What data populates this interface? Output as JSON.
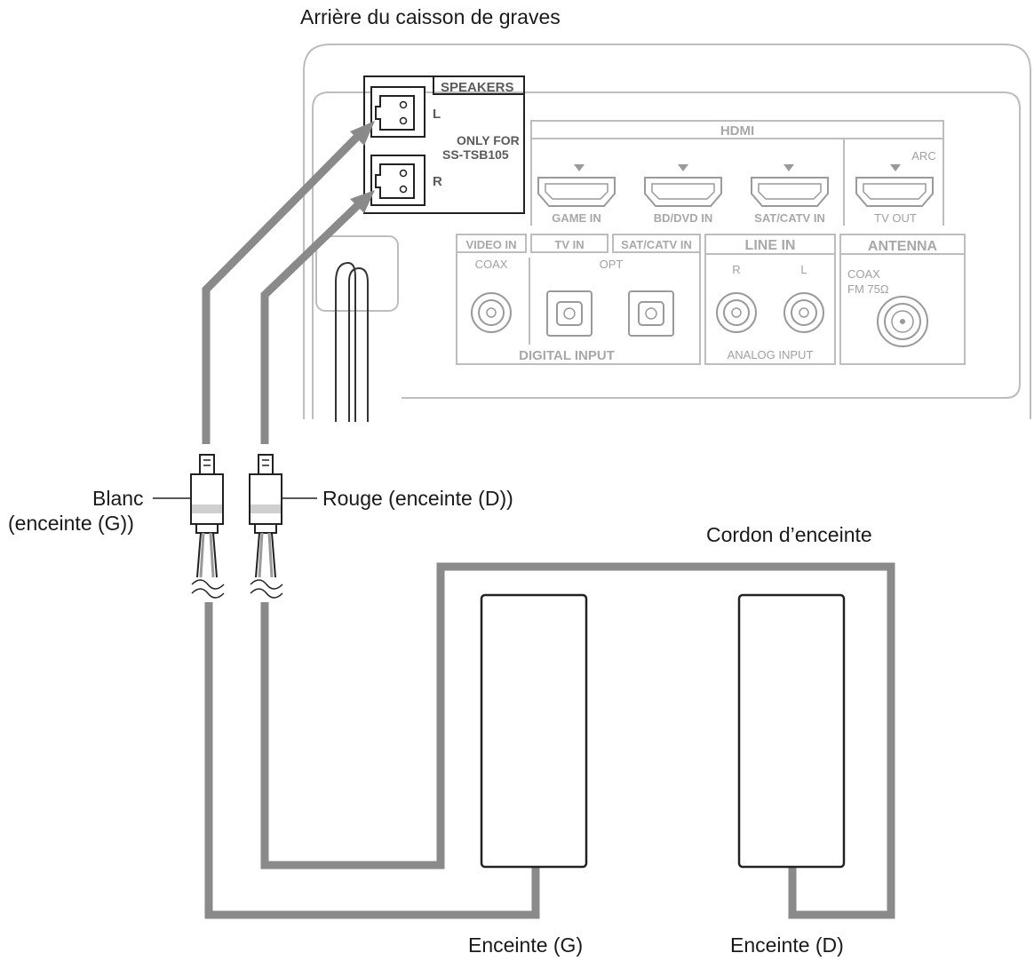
{
  "captions": {
    "subwoofer_rear": "Arrière du caisson de graves",
    "white_plug": "Blanc",
    "white_plug_sub": "(enceinte (G))",
    "red_plug": "Rouge (enceinte (D))",
    "speaker_cord": "Cordon d’enceinte",
    "left_speaker": "Enceinte (G)",
    "right_speaker": "Enceinte (D)"
  },
  "panel": {
    "speakers_title": "SPEAKERS",
    "left_terminal": "L",
    "right_terminal": "R",
    "only_for_1": "ONLY FOR",
    "only_for_2": "SS-TSB105",
    "hdmi_title": "HDMI",
    "arc": "ARC",
    "game_in": "GAME IN",
    "bd_dvd_in": "BD/DVD IN",
    "sat_catv_in_hdmi": "SAT/CATV IN",
    "tv_out": "TV OUT",
    "video_in": "VIDEO IN",
    "tv_in": "TV IN",
    "sat_catv_in": "SAT/CATV IN",
    "coax": "COAX",
    "opt": "OPT",
    "digital_input": "DIGITAL INPUT",
    "line_in": "LINE IN",
    "line_r": "R",
    "line_l": "L",
    "analog_input": "ANALOG INPUT",
    "antenna": "ANTENNA",
    "antenna_coax": "COAX",
    "fm_75": "FM 75Ω"
  },
  "colors": {
    "cable": "#8a8a8a",
    "panel_lines": "#bdbdbd",
    "outline": "#222222"
  }
}
